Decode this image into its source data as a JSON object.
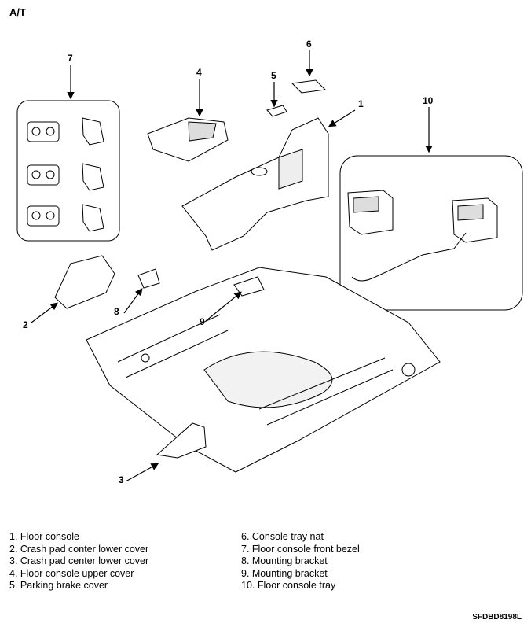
{
  "header": "A/T",
  "callouts": [
    "1",
    "2",
    "3",
    "4",
    "5",
    "6",
    "7",
    "8",
    "9",
    "10"
  ],
  "legend_left": [
    "1. Floor console",
    "2. Crash pad conter lower cover",
    "3. Crash pad center lower cover",
    "4. Floor console upper cover",
    "5. Parking brake cover"
  ],
  "legend_right": [
    "6. Console tray nat",
    "7. Floor console front bezel",
    "8. Mounting bracket",
    "9. Mounting bracket",
    "10. Floor console tray"
  ],
  "code": "SFDBD8198L"
}
